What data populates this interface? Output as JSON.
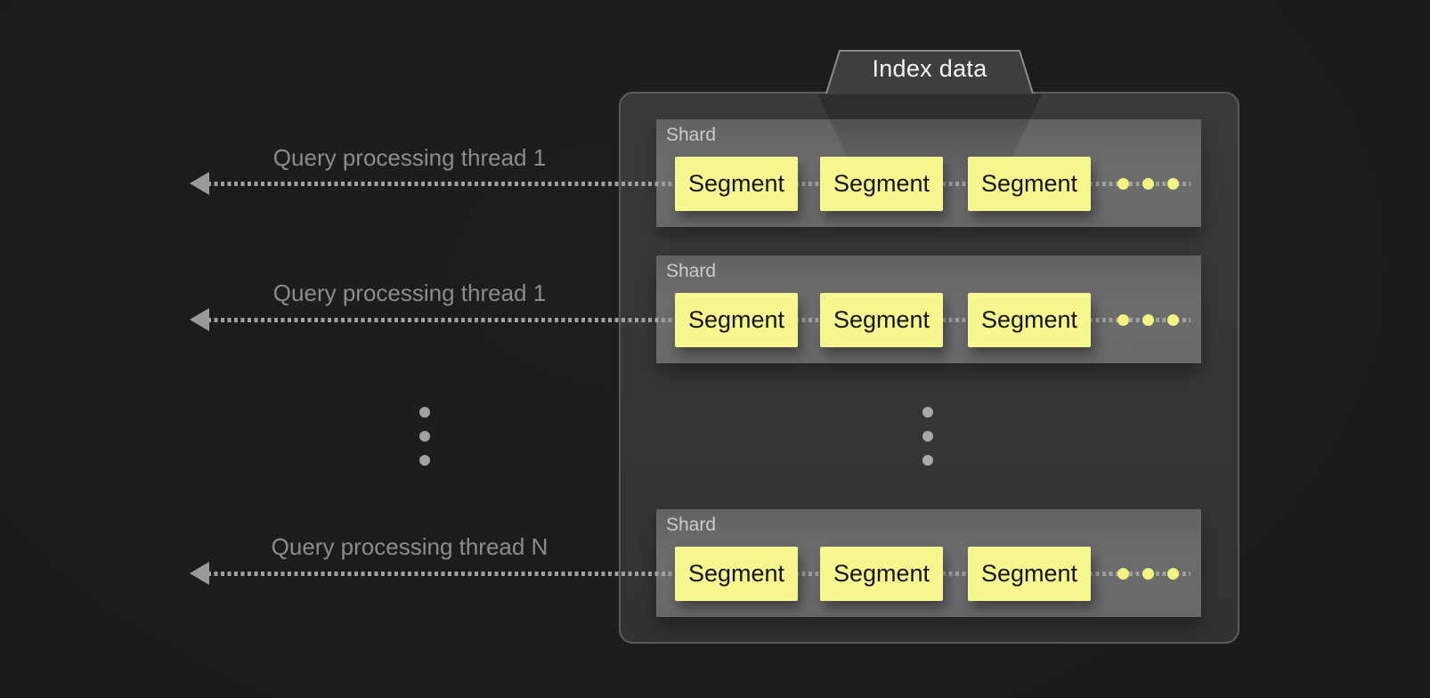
{
  "diagram": {
    "index_box": {
      "title": "Index data",
      "shards": [
        {
          "label": "Shard",
          "segments": [
            "Segment",
            "Segment",
            "Segment"
          ]
        },
        {
          "label": "Shard",
          "segments": [
            "Segment",
            "Segment",
            "Segment"
          ]
        },
        {
          "label": "Shard",
          "segments": [
            "Segment",
            "Segment",
            "Segment"
          ]
        }
      ]
    },
    "threads": [
      {
        "label": "Query processing thread 1"
      },
      {
        "label": "Query processing thread 1"
      },
      {
        "label": "Query processing thread N"
      }
    ],
    "colors": {
      "background": "#1b1b1b",
      "container_fill": "#3a3a3a",
      "container_border": "#5a5a5a",
      "tab_fill": "#3e3e3e",
      "tab_border": "#8c8c8c",
      "shard_fill": "#686868",
      "segment_fill": "#f7f78f",
      "accent_dot": "#f4f480",
      "line": "#a0a0a0",
      "thread_text": "#8c8c8c"
    }
  }
}
